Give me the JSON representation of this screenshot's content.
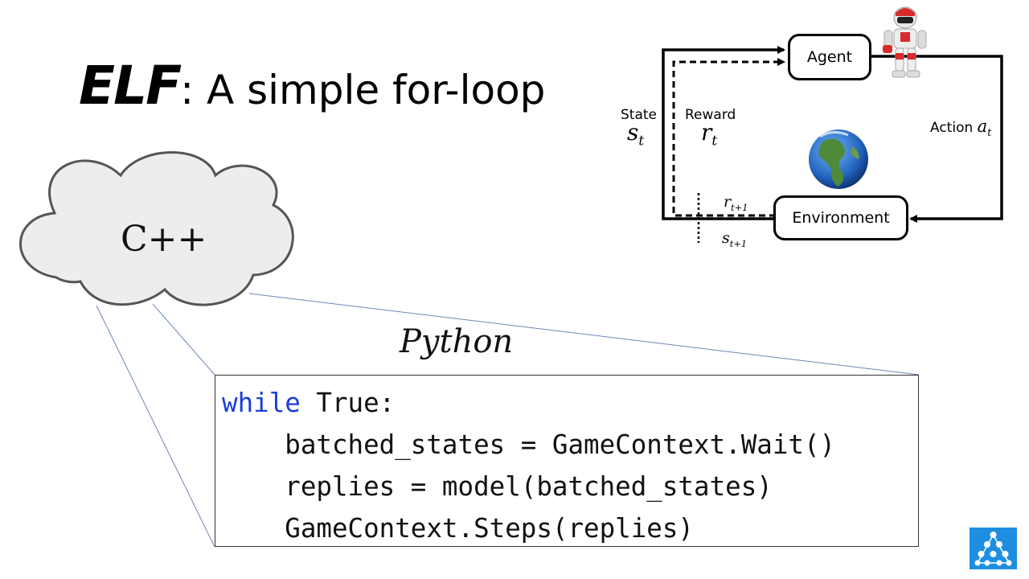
{
  "title": {
    "emphasis": "ELF",
    "rest": ": A simple for-loop"
  },
  "cloud": {
    "label": "C++"
  },
  "python_label": "Python",
  "code": {
    "keyword": "while",
    "line1_rest": " True:",
    "line2": "    batched_states = GameContext.Wait()",
    "line3": "    replies = model(batched_states)",
    "line4": "    GameContext.Steps(replies)"
  },
  "diagram": {
    "agent": "Agent",
    "environment": "Environment",
    "state_label": "State",
    "state_symbol": "s",
    "state_sub": "t",
    "reward_label": "Reward",
    "reward_symbol": "r",
    "reward_sub": "t",
    "action_label": "Action",
    "action_symbol": "a",
    "action_sub": "t",
    "next_reward_symbol": "r",
    "next_reward_sub": "t+1",
    "next_state_symbol": "s",
    "next_state_sub": "t+1"
  },
  "icons": {
    "robot": "robot-icon",
    "earth": "earth-globe-icon",
    "logo": "triangle-dots-logo-icon"
  },
  "colors": {
    "keyword": "#1a3fd6",
    "cloud_fill": "#ededed",
    "logo_bg": "#1e8fe0"
  }
}
